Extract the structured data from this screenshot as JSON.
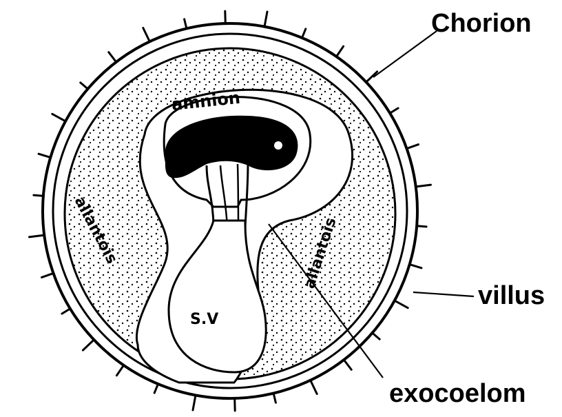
{
  "labels": {
    "chorion": "Chorion",
    "villus": "villus",
    "exocoelom": "exocoelom",
    "amnion": "amnion",
    "allantois_left": "allantois",
    "allantois_right": "allantois",
    "sv": "S.V"
  },
  "colors": {
    "ink": "#000000",
    "background": "#ffffff"
  }
}
